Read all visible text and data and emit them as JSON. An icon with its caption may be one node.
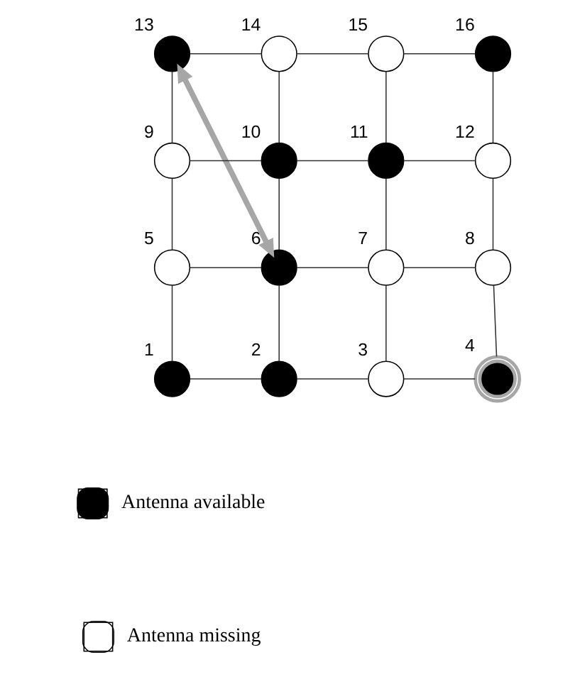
{
  "diagram": {
    "nodes": [
      {
        "text": [],
        "shape": "circle",
        "beside": [
          "13"
        ]
      },
      {
        "text": [],
        "shape": "circle",
        "beside": [
          "14"
        ]
      },
      {
        "text": [],
        "shape": "circle",
        "beside": [
          "15"
        ]
      },
      {
        "text": [],
        "shape": "circle",
        "beside": [
          "16"
        ]
      },
      {
        "text": [],
        "shape": "circle",
        "beside": [
          "9"
        ]
      },
      {
        "text": [],
        "shape": "circle",
        "beside": [
          "10"
        ]
      },
      {
        "text": [],
        "shape": "circle",
        "beside": [
          "11"
        ]
      },
      {
        "text": [],
        "shape": "circle",
        "beside": [
          "12"
        ]
      },
      {
        "text": [],
        "shape": "circle",
        "beside": [
          "5"
        ]
      },
      {
        "text": [],
        "shape": "circle",
        "beside": [
          "6"
        ]
      },
      {
        "text": [],
        "shape": "circle",
        "beside": [
          "7"
        ]
      },
      {
        "text": [],
        "shape": "circle",
        "beside": [
          "8"
        ]
      },
      {
        "text": [],
        "shape": "circle",
        "beside": [
          "1"
        ]
      },
      {
        "text": [],
        "shape": "circle",
        "beside": [
          "2"
        ]
      },
      {
        "text": [],
        "shape": "circle",
        "beside": [
          "3"
        ]
      },
      {
        "text": [],
        "shape": "circle",
        "beside": [
          "4"
        ]
      }
    ],
    "edges": [
      {
        "from": 0,
        "to": 1,
        "arrow": "none"
      },
      {
        "from": 1,
        "to": 2,
        "arrow": "none"
      },
      {
        "from": 2,
        "to": 3,
        "arrow": "none"
      },
      {
        "from": 4,
        "to": 5,
        "arrow": "none"
      },
      {
        "from": 5,
        "to": 6,
        "arrow": "none"
      },
      {
        "from": 6,
        "to": 7,
        "arrow": "none"
      },
      {
        "from": 8,
        "to": 9,
        "arrow": "none"
      },
      {
        "from": 9,
        "to": 10,
        "arrow": "none"
      },
      {
        "from": 10,
        "to": 11,
        "arrow": "none"
      },
      {
        "from": 12,
        "to": 13,
        "arrow": "none"
      },
      {
        "from": 13,
        "to": 14,
        "arrow": "none"
      },
      {
        "from": 14,
        "to": 15,
        "arrow": "none"
      },
      {
        "from": 0,
        "to": 4,
        "arrow": "none"
      },
      {
        "from": 4,
        "to": 8,
        "arrow": "none"
      },
      {
        "from": 8,
        "to": 12,
        "arrow": "none"
      },
      {
        "from": 1,
        "to": 5,
        "arrow": "none"
      },
      {
        "from": 5,
        "to": 9,
        "arrow": "none"
      },
      {
        "from": 9,
        "to": 13,
        "arrow": "none"
      },
      {
        "from": 2,
        "to": 6,
        "arrow": "none"
      },
      {
        "from": 6,
        "to": 10,
        "arrow": "none"
      },
      {
        "from": 10,
        "to": 14,
        "arrow": "none"
      },
      {
        "from": 3,
        "to": 7,
        "arrow": "none"
      },
      {
        "from": 7,
        "to": 11,
        "arrow": "none"
      },
      {
        "from": 11,
        "to": 15,
        "arrow": "none"
      },
      {
        "from": 0,
        "to": 9,
        "arrow": "both",
        "style": "thick",
        "color": "#a6a6a6"
      }
    ],
    "legend": [
      {
        "text": "Antenna available",
        "color": "#000000"
      },
      {
        "text": "Antenna missing",
        "color": "#ffffff"
      }
    ]
  }
}
